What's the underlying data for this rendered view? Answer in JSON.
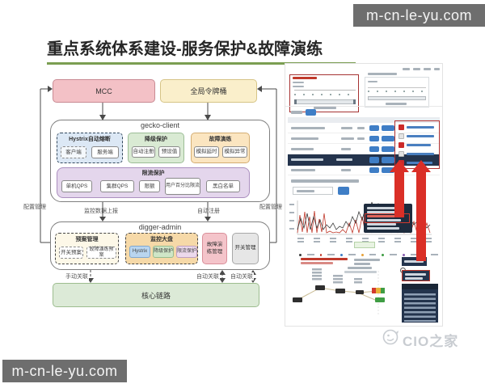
{
  "watermark": {
    "top_right": "m-cn-le-yu.com",
    "bottom_left": "m-cn-le-yu.com"
  },
  "slide": {
    "title": "重点系统体系建设-服务保护&故障演练"
  },
  "diagram": {
    "nodes": {
      "mcc": "MCC",
      "token_bucket": "全局令牌桶",
      "core_link": "核心链路"
    },
    "labels": {
      "config_left": "配置管理",
      "config_right": "配置管理",
      "monitor_report": "监控数据上报",
      "auto_register": "自动注册",
      "manual_link": "手动关联",
      "auto_link_1": "自动关联",
      "auto_link_2": "自动关联"
    },
    "gecko_client": {
      "title": "gecko-client",
      "hystrix": {
        "title": "Hystrix自动熔断",
        "items": [
          "客户端",
          "服务端"
        ]
      },
      "degrade": {
        "title": "降级保护",
        "items": [
          "自动注册",
          "预设值"
        ]
      },
      "fault_drill": {
        "title": "故障演练",
        "items": [
          "模拟延时",
          "模拟异常"
        ]
      },
      "rate_limit": {
        "title": "限流保护",
        "items": [
          "单机QPS",
          "集群QPS",
          "限额",
          "用户百分比限流",
          "黑白名单"
        ]
      }
    },
    "digger_admin": {
      "title": "digger-admin",
      "plan": {
        "title": "预案管理",
        "items": [
          "开关预案",
          "故障演练预案"
        ]
      },
      "dashboard": {
        "title": "监控大盘",
        "items": [
          "Hystrix",
          "降级保护",
          "限流保护"
        ]
      },
      "fault_drill_mgmt": "故障演练管理",
      "switch_mgmt": "开关管理"
    }
  },
  "screenshot": {
    "brand": "CIO之家"
  },
  "colors": {
    "accent_red": "#d23a2e",
    "navy": "#24344d",
    "blue_button": "#3f7ec6",
    "underline_green": "#7b9e52"
  }
}
